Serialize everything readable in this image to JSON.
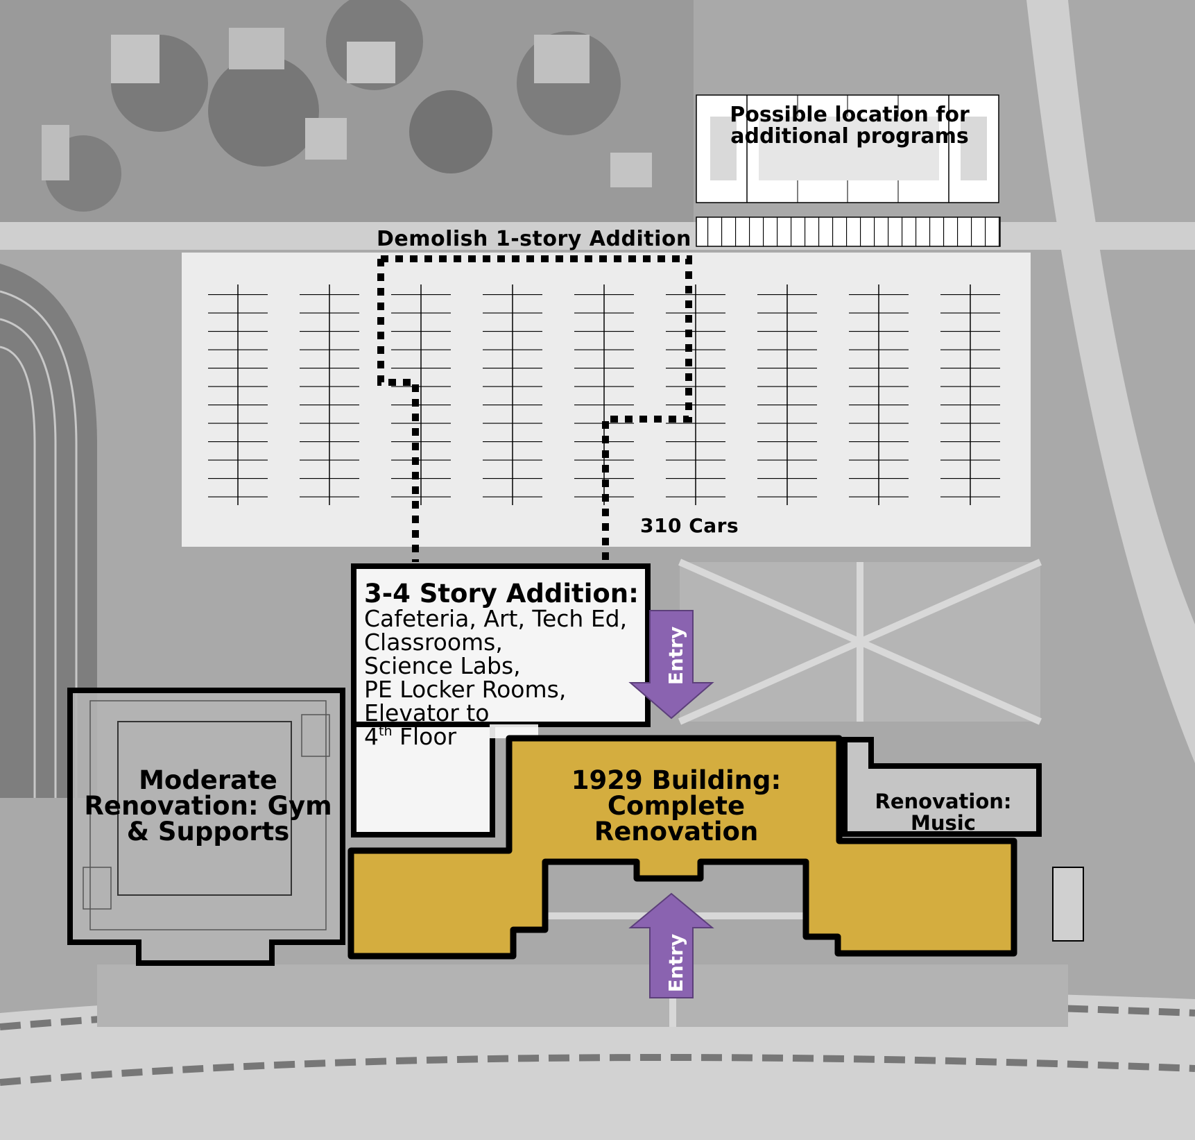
{
  "map": {
    "labels": {
      "demolish": "Demolish 1-story Addition",
      "possible_location": "Possible location for additional programs",
      "parking_capacity": "310 Cars",
      "addition_title": "3-4 Story Addition:",
      "addition_lines": [
        "Cafeteria, Art, Tech Ed,",
        "Classrooms,",
        "Science Labs,",
        "PE Locker Rooms,",
        "Elevator to"
      ],
      "addition_last_line_prefix": "4",
      "addition_last_line_sup": "th",
      "addition_last_line_suffix": " Floor",
      "gym": "Moderate Renovation: Gym & Supports",
      "main_building": "1929 Building: Complete Renovation",
      "music": "Renovation: Music",
      "entry_top": "Entry",
      "entry_bottom": "Entry"
    },
    "colors": {
      "main_building_fill": "#d4ad3f",
      "entry_arrow": "#8a63b0",
      "outline": "#000000",
      "overlay_white": "#ffffff"
    }
  }
}
